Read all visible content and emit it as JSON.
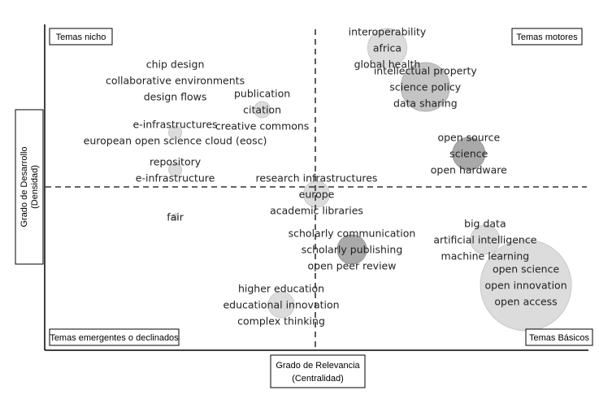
{
  "chart_data": {
    "type": "scatter",
    "quadrants": {
      "top_left": "Temas nicho",
      "top_right": "Temas motores",
      "bottom_left": "Temas emergentes o declinados",
      "bottom_right": "Temas Básicos"
    },
    "xlabel": [
      "Grado de Relevancia",
      "(Centralidad)"
    ],
    "ylabel": [
      "Grado de Desarrollo",
      "(Densidad)"
    ],
    "grid": false,
    "clusters": [
      {
        "terms": [
          "chip design",
          "collaborative environments",
          "design flows"
        ],
        "x": 0.24,
        "y": 0.83,
        "size": 0,
        "shade": "none"
      },
      {
        "terms": [
          "publication",
          "citation",
          "creative commons"
        ],
        "x": 0.4,
        "y": 0.74,
        "size": 0.05,
        "shade": "light"
      },
      {
        "terms": [
          "e-infrastructures",
          "european open science cloud (eosc)"
        ],
        "x": 0.24,
        "y": 0.67,
        "size": 0.04,
        "shade": "light"
      },
      {
        "terms": [
          "repository",
          "e-infrastructure"
        ],
        "x": 0.24,
        "y": 0.555,
        "size": 0.04,
        "shade": "light"
      },
      {
        "terms": [
          "fair"
        ],
        "x": 0.24,
        "y": 0.41,
        "size": 0.02,
        "shade": "light"
      },
      {
        "terms": [
          "interoperability",
          "africa",
          "global health"
        ],
        "x": 0.63,
        "y": 0.93,
        "size": 0.12,
        "shade": "light"
      },
      {
        "terms": [
          "intellectual property",
          "science policy",
          "data sharing"
        ],
        "x": 0.7,
        "y": 0.81,
        "size": 0.15,
        "shade": "medium"
      },
      {
        "terms": [
          "open source",
          "science",
          "open hardware"
        ],
        "x": 0.78,
        "y": 0.605,
        "size": 0.1,
        "shade": "dark"
      },
      {
        "terms": [
          "research infrastructures",
          "europe",
          "academic libraries"
        ],
        "x": 0.5,
        "y": 0.48,
        "size": 0.08,
        "shade": "light"
      },
      {
        "terms": [
          "scholarly communication",
          "scholarly publishing",
          "open peer review"
        ],
        "x": 0.565,
        "y": 0.31,
        "size": 0.09,
        "shade": "dark"
      },
      {
        "terms": [
          "higher education",
          "educational innovation",
          "complex thinking"
        ],
        "x": 0.435,
        "y": 0.14,
        "size": 0.08,
        "shade": "light"
      },
      {
        "terms": [
          "big data",
          "artificial intelligence",
          "machine learning"
        ],
        "x": 0.81,
        "y": 0.34,
        "size": 0.09,
        "shade": "light"
      },
      {
        "terms": [
          "open science",
          "open innovation",
          "open access"
        ],
        "x": 0.885,
        "y": 0.2,
        "size": 0.28,
        "shade": "light"
      }
    ]
  }
}
